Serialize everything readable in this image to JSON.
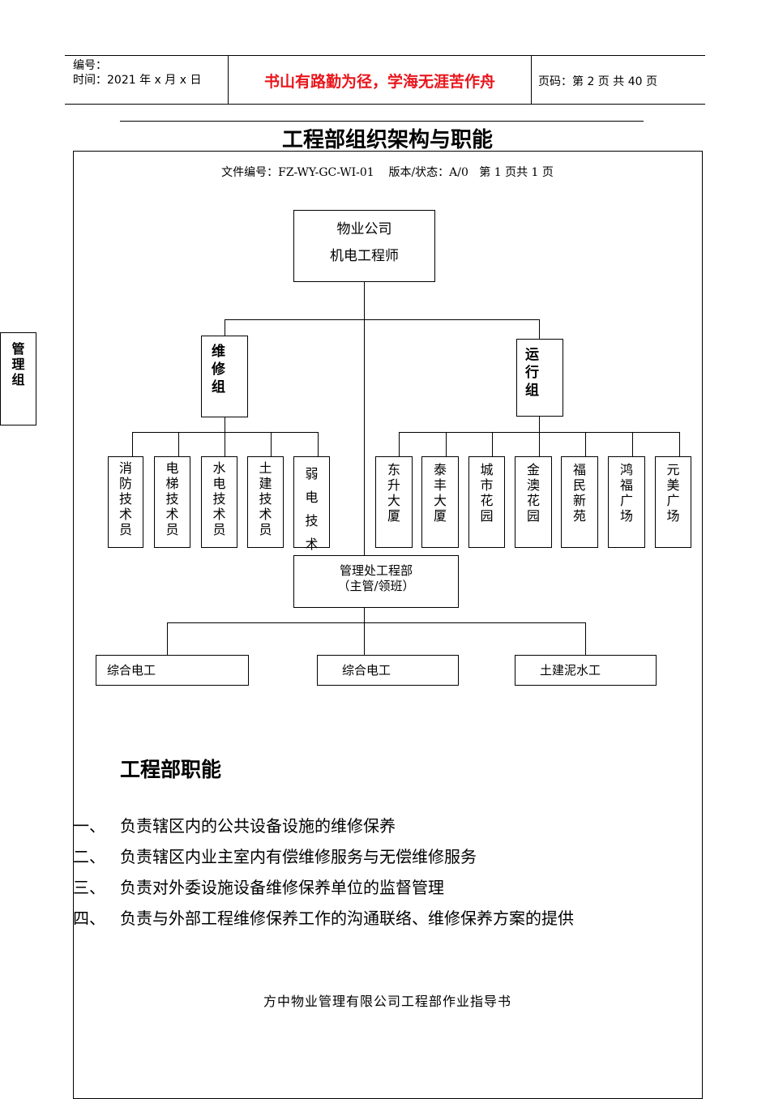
{
  "header": {
    "code_label": "编号：",
    "time_label": "时间：2021 年 x 月 x 日",
    "motto": "书山有路勤为径，学海无涯苦作舟",
    "page_info": "页码：第 2 页 共 40 页"
  },
  "document": {
    "title": "工程部组织架构与职能",
    "file_info": "文件编号：FZ-WY-GC-WI-01    版本/状态：A/0   第 1 页共 1 页",
    "side_tab": [
      "管",
      "理",
      "组"
    ]
  },
  "org": {
    "root": [
      "物业公司",
      "机电工程师"
    ],
    "maintenance_group": [
      "维",
      "修",
      "组"
    ],
    "operations_group": [
      "运",
      "行",
      "组"
    ],
    "maintenance_staff": [
      [
        "消",
        "防",
        "技",
        "术",
        "员"
      ],
      [
        "电",
        "梯",
        "技",
        "术",
        "员"
      ],
      [
        "水",
        "电",
        "技",
        "术",
        "员"
      ],
      [
        "土",
        "建",
        "技",
        "术",
        "员"
      ],
      [
        "弱",
        "电",
        "技",
        "术"
      ]
    ],
    "sites": [
      [
        "东",
        "升",
        "大",
        "厦"
      ],
      [
        "泰",
        "丰",
        "大",
        "厦"
      ],
      [
        "城",
        "市",
        "花",
        "园"
      ],
      [
        "金",
        "澳",
        "花",
        "园"
      ],
      [
        "福",
        "民",
        "新",
        "苑"
      ],
      [
        "鸿",
        "福",
        "广",
        "场"
      ],
      [
        "元",
        "美",
        "广",
        "场"
      ]
    ],
    "office": [
      "管理处工程部",
      "（主管/领班）"
    ],
    "workers": [
      "综合电工",
      "综合电工",
      "土建泥水工"
    ]
  },
  "functions": {
    "heading": "工程部职能",
    "items": [
      {
        "num": "一、",
        "text": "负责辖区内的公共设备设施的维修保养"
      },
      {
        "num": "二、",
        "text": "负责辖区内业主室内有偿维修服务与无偿维修服务"
      },
      {
        "num": "三、",
        "text": "负责对外委设施设备维修保养单位的监督管理"
      },
      {
        "num": "四、",
        "text": "负责与外部工程维修保养工作的沟通联络、维修保养方案的提供"
      }
    ]
  },
  "footer": {
    "company": "方中物业管理有限公司工程部作业指导书"
  },
  "colors": {
    "motto": "#e8161c"
  }
}
